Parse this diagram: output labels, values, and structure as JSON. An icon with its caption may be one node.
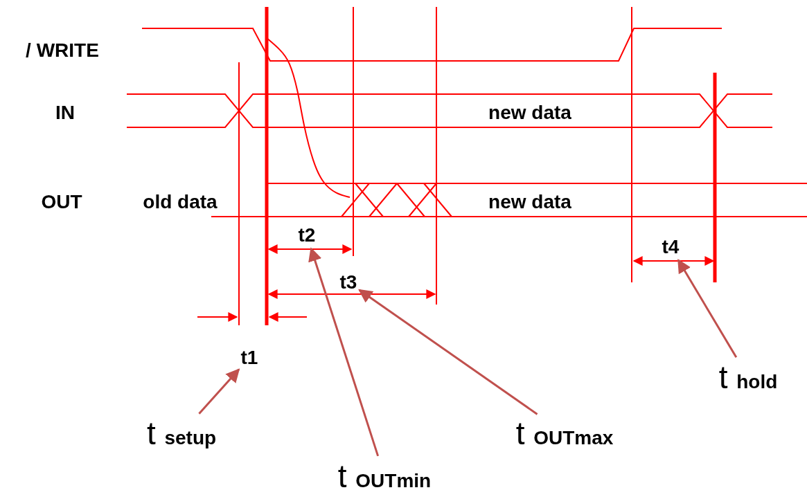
{
  "diagram": {
    "nodes": [
      {
        "text": [
          "t2"
        ]
      },
      {
        "text": [
          "t4"
        ]
      },
      {
        "text": [
          "t3"
        ]
      },
      {
        "text": [
          "t1"
        ]
      },
      {
        "text": [
          "t **hold**"
        ]
      },
      {
        "text": [
          "t **setup**"
        ]
      },
      {
        "text": [
          "t **OUTmax**"
        ]
      },
      {
        "text": [
          "t **OUTmin**"
        ]
      }
    ],
    "edges": [
      {
        "from": 5,
        "to": 3,
        "arrow": "to"
      },
      {
        "from": 7,
        "to": 0,
        "arrow": "to"
      },
      {
        "from": 6,
        "to": 2,
        "arrow": "to"
      },
      {
        "from": 4,
        "to": 1,
        "arrow": "to"
      }
    ],
    "labels": [
      "/ WRITE",
      "IN",
      "new data",
      "OUT",
      "old data",
      "new data"
    ]
  }
}
